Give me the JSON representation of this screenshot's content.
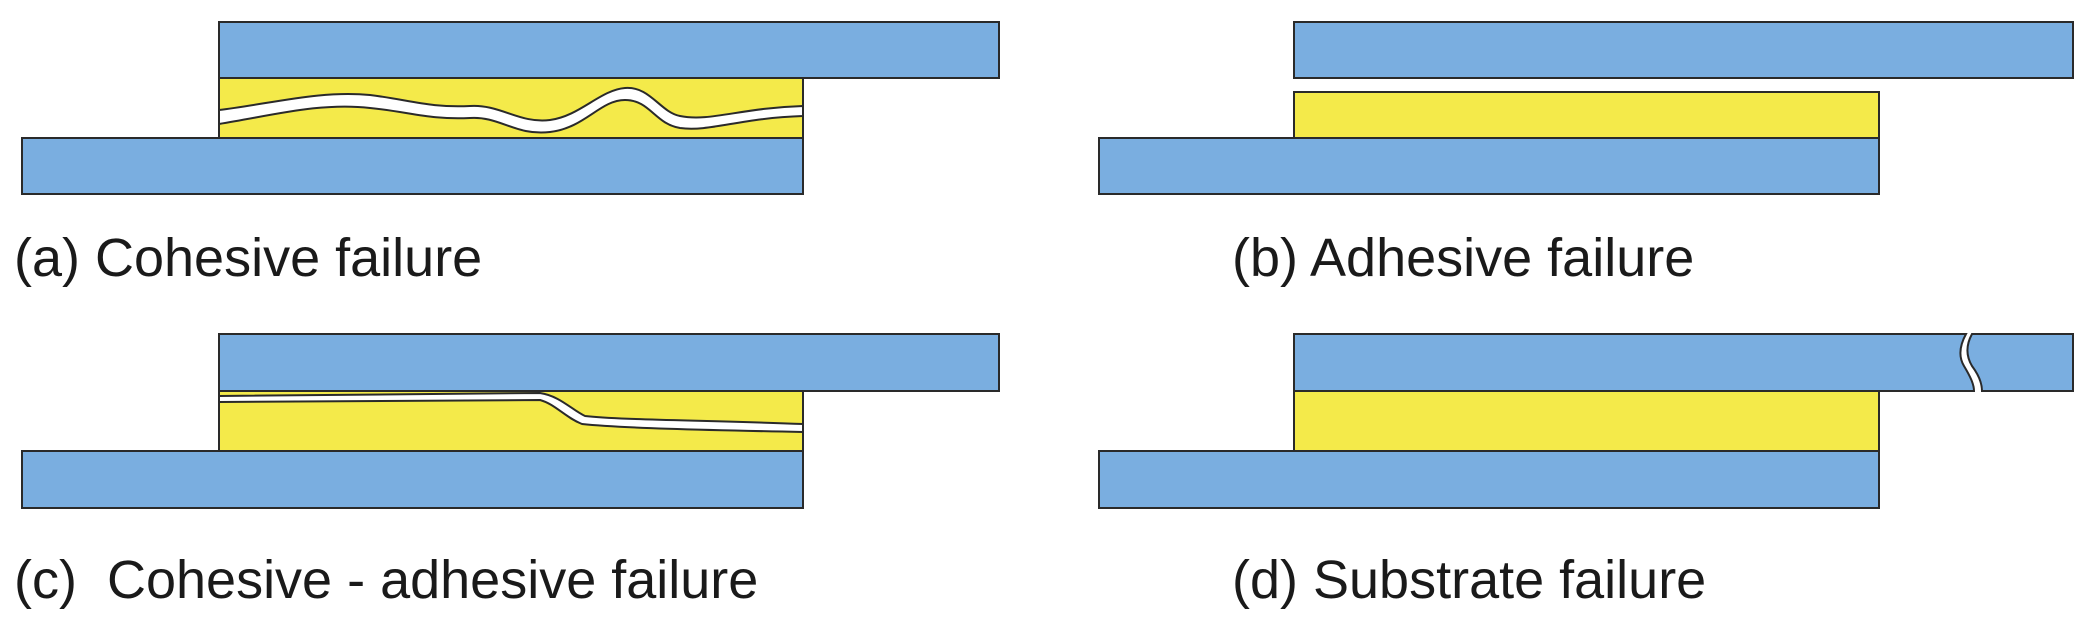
{
  "panels": {
    "a": {
      "caption": "(a) Cohesive failure"
    },
    "b": {
      "caption": "(b) Adhesive failure"
    },
    "c": {
      "caption": "(c)  Cohesive - adhesive failure"
    },
    "d": {
      "caption": "(d) Substrate failure"
    }
  },
  "colors": {
    "substrate": "#7aaee0",
    "adhesive": "#f4ea4a",
    "outline": "#2a2a2a",
    "crack": "#ffffff"
  }
}
